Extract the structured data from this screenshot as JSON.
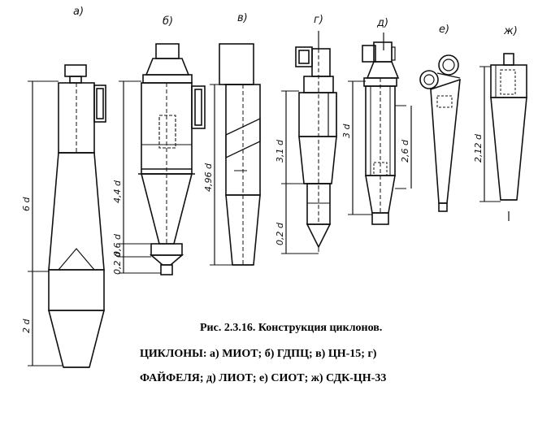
{
  "figure": {
    "caption": "Рис. 2.3.16. Конструкция циклонов.",
    "line1": "ЦИКЛОНЫ: а) МИОТ; б) ГДПЦ; в) ЦН-15; г)",
    "line2": "ФАЙФЕЛЯ;  д) ЛИОТ; е) СИОТ;  ж) СДК-ЦН-33"
  },
  "panels": [
    {
      "label": "а)",
      "dims": [
        "6 d",
        "2 d"
      ]
    },
    {
      "label": "б)",
      "dims": [
        "4,4 d",
        "0,6 d",
        "0,2 d"
      ]
    },
    {
      "label": "в)",
      "dims": [
        "4,96 d"
      ]
    },
    {
      "label": "г)",
      "dims": [
        "3,1 d",
        "0,2 d"
      ]
    },
    {
      "label": "д)",
      "dims": [
        "3 d",
        "2,6 d"
      ]
    },
    {
      "label": "е)",
      "dims": []
    },
    {
      "label": "ж)",
      "dims": [
        "2,12 d"
      ]
    }
  ]
}
